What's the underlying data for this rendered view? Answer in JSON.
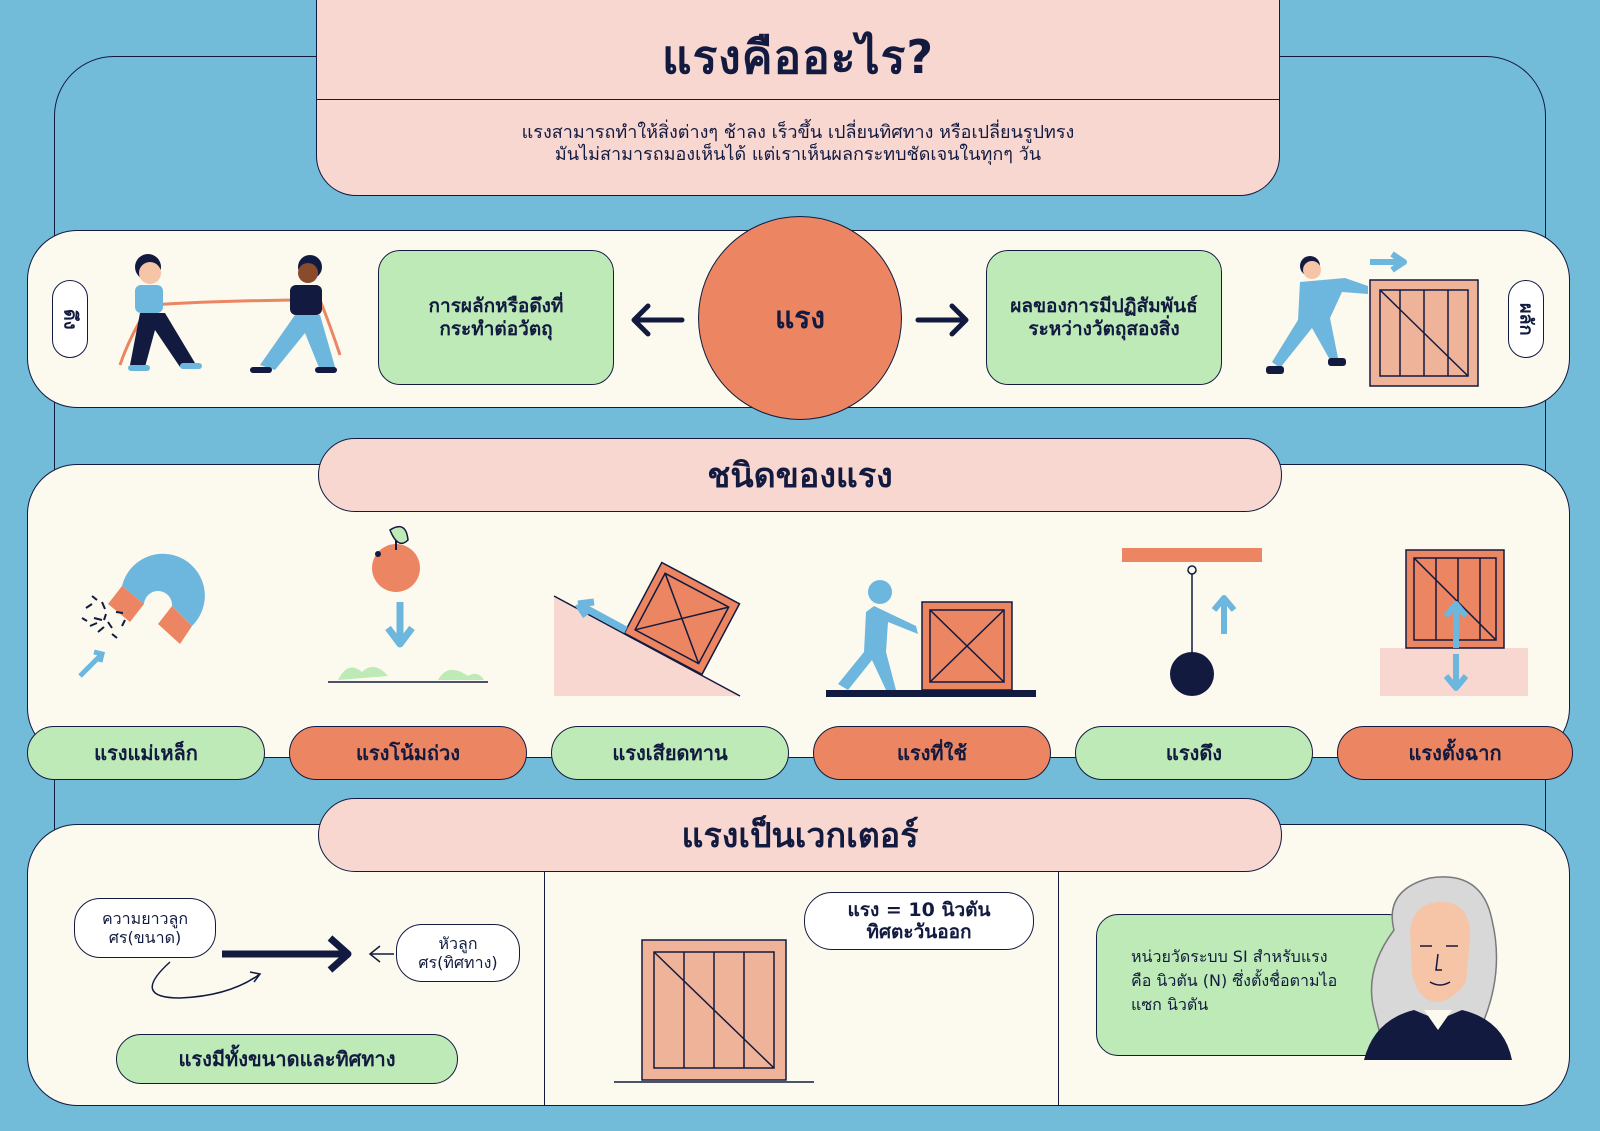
{
  "header": {
    "title": "แรงคืออะไร?",
    "description_line1": "แรงสามารถทำให้สิ่งต่างๆ ช้าลง เร็วขึ้น เปลี่ยนทิศทาง หรือเปลี่ยนรูปทรง",
    "description_line2": "มันไม่สามารถมองเห็นได้ แต่เราเห็นผลกระทบชัดเจนในทุกๆ วัน"
  },
  "definition": {
    "left_tag": "ดึง",
    "left_box": "การผลักหรือดึงที่กระทำต่อวัตถุ",
    "center": "แรง",
    "right_box": "ผลของการมีปฏิสัมพันธ์ระหว่างวัตถุสองสิ่ง",
    "right_tag": "ผลัก"
  },
  "types": {
    "title": "ชนิดของแรง",
    "items": [
      {
        "label": "แรงแม่เหล็ก",
        "color": "#bdeab7"
      },
      {
        "label": "แรงโน้มถ่วง",
        "color": "#ec8562"
      },
      {
        "label": "แรงเสียดทาน",
        "color": "#bdeab7"
      },
      {
        "label": "แรงที่ใช้",
        "color": "#ec8562"
      },
      {
        "label": "แรงดึง",
        "color": "#bdeab7"
      },
      {
        "label": "แรงตั้งฉาก",
        "color": "#ec8562"
      }
    ]
  },
  "vector": {
    "title": "แรงเป็นเวกเตอร์",
    "length_label": "ความยาวลูกศร(ขนาด)",
    "head_label": "หัวลูกศร(ทิศทาง)",
    "summary": "แรงมีทั้งขนาดและทิศทาง",
    "example_line1": "แรง = 10 นิวตัน",
    "example_line2": "ทิศตะวันออก",
    "si_unit": "หน่วยวัดระบบ SI สำหรับแรงคือ นิวตัน (N) ซึ่งตั้งชื่อตามไอแซก นิวตัน"
  },
  "colors": {
    "background": "#72bcd9",
    "cream": "#fcfaee",
    "pink": "#f9d7d1",
    "green": "#bdeab7",
    "orange": "#ec8562",
    "navy": "#121a3f",
    "blue": "#6db6de",
    "crate": "#efb39a"
  }
}
